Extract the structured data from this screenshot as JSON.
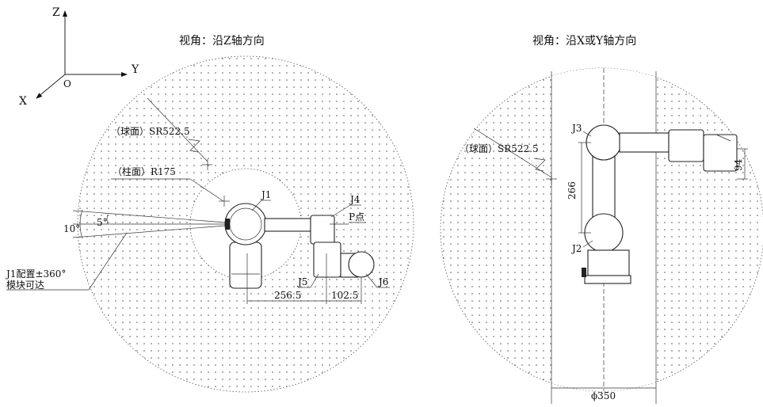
{
  "axes": {
    "z": "Z",
    "y": "Y",
    "x": "X",
    "origin": "O"
  },
  "left_view": {
    "title": "视角：沿Z轴方向",
    "sphere_label": "（球面）SR522.5",
    "cylinder_label": "（柱面）R175",
    "joint_labels": {
      "j1": "J1",
      "j4": "J4",
      "j5": "J5",
      "j6": "J6",
      "p_point": "P点"
    },
    "angle_10": "10°",
    "angle_5": "5°",
    "note_line1": "J1配置±360°",
    "note_line2": "模块可达",
    "dim_256": "256.5",
    "dim_102": "102.5"
  },
  "right_view": {
    "title": "视角：沿X或Y轴方向",
    "sphere_label": "（球面）SR522.5",
    "joint_labels": {
      "j2": "J2",
      "j3": "J3"
    },
    "dim_266": "266",
    "dim_94": "94",
    "dim_350": "ϕ350"
  }
}
